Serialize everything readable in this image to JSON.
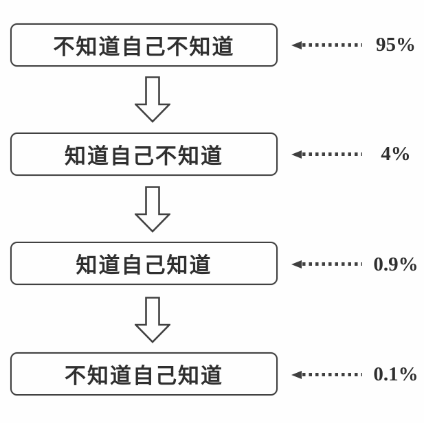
{
  "diagram": {
    "type": "flowchart",
    "description": "Four stages of awareness funnel with percentages",
    "rows": [
      {
        "label": "不知道自己不知道",
        "percent": "95%"
      },
      {
        "label": "知道自己不知道",
        "percent": "4%"
      },
      {
        "label": "知道自己知道",
        "percent": "0.9%"
      },
      {
        "label": "不知道自己知道",
        "percent": "0.1%"
      }
    ],
    "connector": "down-arrow",
    "pointer": "dotted-left-arrow"
  },
  "colors": {
    "background": "#fefefe",
    "line": "#414141",
    "dots": "#3f3f3f",
    "text": "#2f2f2f"
  }
}
